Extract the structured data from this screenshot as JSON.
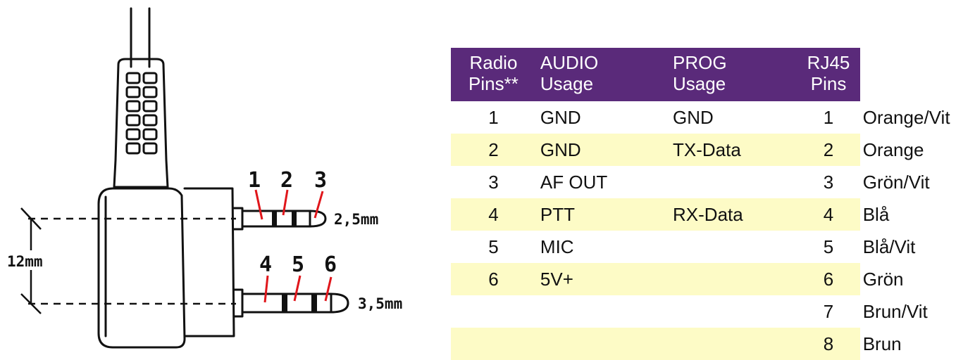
{
  "diagram": {
    "top_pins": [
      "1",
      "2",
      "3"
    ],
    "bottom_pins": [
      "4",
      "5",
      "6"
    ],
    "top_plug_size": "2,5mm",
    "bottom_plug_size": "3,5mm",
    "spacing": "12mm"
  },
  "table": {
    "headers": [
      [
        "Radio",
        "Pins**"
      ],
      [
        "AUDIO",
        "Usage"
      ],
      [
        "PROG",
        "Usage"
      ],
      [
        "RJ45",
        "Pins"
      ]
    ],
    "rows": [
      {
        "radio_pin": "1",
        "audio": "GND",
        "prog": "GND",
        "rj45": "1",
        "color": "Orange/Vit"
      },
      {
        "radio_pin": "2",
        "audio": "GND",
        "prog": "TX-Data",
        "rj45": "2",
        "color": "Orange"
      },
      {
        "radio_pin": "3",
        "audio": "AF OUT",
        "prog": "",
        "rj45": "3",
        "color": "Grön/Vit"
      },
      {
        "radio_pin": "4",
        "audio": "PTT",
        "prog": "RX-Data",
        "rj45": "4",
        "color": "Blå"
      },
      {
        "radio_pin": "5",
        "audio": "MIC",
        "prog": "",
        "rj45": "5",
        "color": "Blå/Vit"
      },
      {
        "radio_pin": "6",
        "audio": "5V+",
        "prog": "",
        "rj45": "6",
        "color": "Grön"
      },
      {
        "radio_pin": "",
        "audio": "",
        "prog": "",
        "rj45": "7",
        "color": "Brun/Vit"
      },
      {
        "radio_pin": "",
        "audio": "",
        "prog": "",
        "rj45": "8",
        "color": "Brun"
      }
    ],
    "colors": {
      "header_bg": "#5a2a7a",
      "alt_row_bg": "#fdfbc6"
    }
  }
}
